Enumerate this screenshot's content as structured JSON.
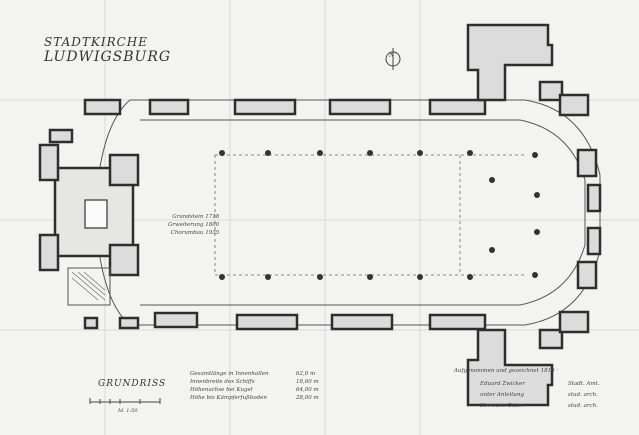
{
  "drawing": {
    "title_line1": "STADTKIRCHE",
    "title_line2": "LUDWIGSBURG",
    "plan_label": "GRUNDRISS",
    "scale_label": "M. 1:50",
    "north_mark": "N",
    "dates": [
      "Grundstein 1718",
      "Grweiterung 1800",
      "Chorumbau 1935"
    ],
    "dimension_labels": [
      "Gesamtlänge in Innenhallen",
      "Innenbreite des Schiffs",
      "Höhenachse bei Kugel",
      "Höhe bis Kämpferfußboden"
    ],
    "dimension_values": [
      "62,0 m",
      "18,60 m",
      "64,00 m",
      "28,00 m"
    ],
    "signature_lines": [
      "Aufgenommen und gezeichnet 1818 ·",
      "Eduard Zwicker",
      "unter Anleitung",
      "Hermann Baier"
    ],
    "signature_roles": [
      "Stadt. Amt.",
      "stud. arch.",
      "stud. arch."
    ],
    "colors": {
      "paper": "#f3f3f1",
      "wall": "#3a3a3a",
      "fill": "#dcdcdc",
      "line": "#555555"
    }
  }
}
